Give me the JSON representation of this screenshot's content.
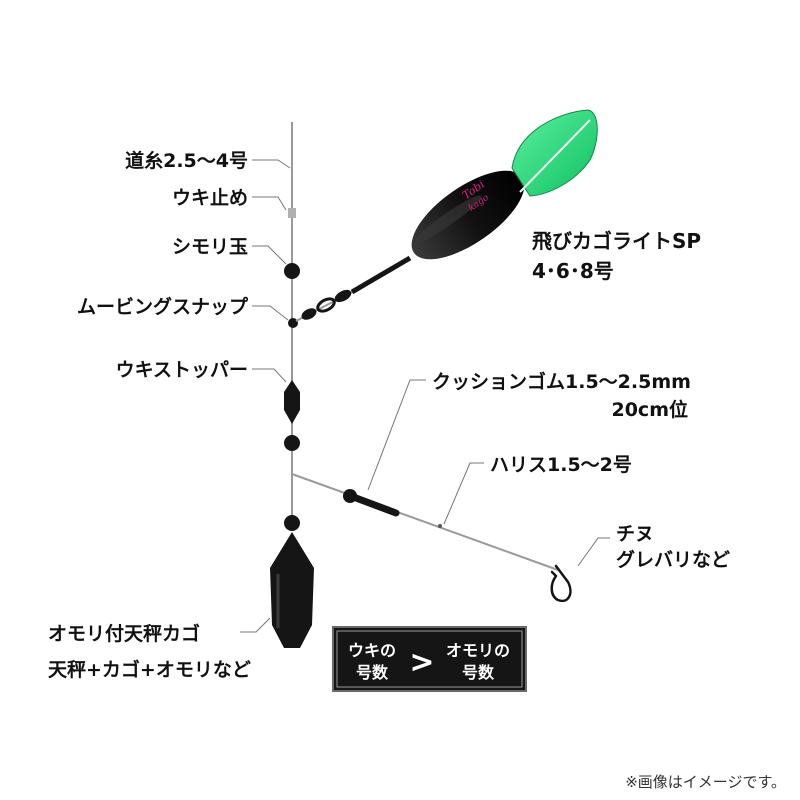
{
  "labels": {
    "main_line": "道糸2.5～4号",
    "float_stop": "ウキ止め",
    "shimori_bead": "シモリ玉",
    "moving_snap": "ムービングスナップ",
    "float_stopper": "ウキストッパー",
    "float_name": "飛びカゴライトSP",
    "float_sizes": "4･6･8号",
    "cushion_rubber": "クッションゴム1.5～2.5mm",
    "cushion_length": "20cm位",
    "leader": "ハリス1.5～2号",
    "target_fish_1": "チヌ",
    "target_fish_2": "グレバリなど",
    "sinker_basket": "オモリ付天秤カゴ",
    "sinker_basket_alt": "天秤+カゴ+オモリなど"
  },
  "comparison_box": {
    "left_line1": "ウキの",
    "left_line2": "号数",
    "operator": ">",
    "right_line1": "オモリの",
    "right_line2": "号数"
  },
  "footnote": "※画像はイメージです。",
  "colors": {
    "line": "#9a9a9a",
    "float_body": "#141414",
    "float_fin": "#2ee07a",
    "float_logo": "#e0218a",
    "box_bg": "#151515",
    "box_border": "#6a6a6a"
  }
}
